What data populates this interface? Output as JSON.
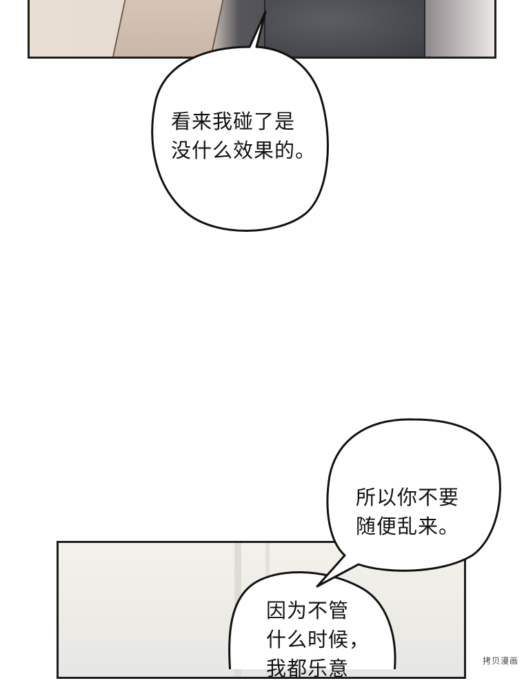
{
  "bubbles": {
    "first": "看来我碰了是\n没什么效果的。",
    "second": "所以你不要\n随便乱来。",
    "third": "因为不管\n什么时候，\n我都乐意"
  },
  "watermark": "拷贝漫画",
  "colors": {
    "ink": "#111111",
    "panel_border": "#1c1c1c",
    "background": "#ffffff"
  }
}
